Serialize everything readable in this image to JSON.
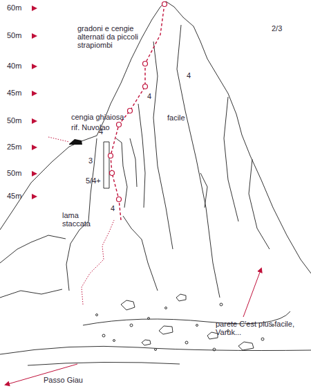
{
  "diagram": {
    "labels": [
      "60m",
      "2/3",
      "gradoni e cengie alternati da piccoli strapiombi",
      "50m",
      "4",
      "40m",
      "4",
      "45m",
      "facile",
      "cengia ghiaiosa",
      "50m",
      "rif. Nuvolao",
      "4",
      "25m",
      "3",
      "50m",
      "5/4+",
      "45m",
      "4",
      "lama staccata",
      "parete C'est plus facile, Varuk...",
      "Passo Giau"
    ]
  }
}
